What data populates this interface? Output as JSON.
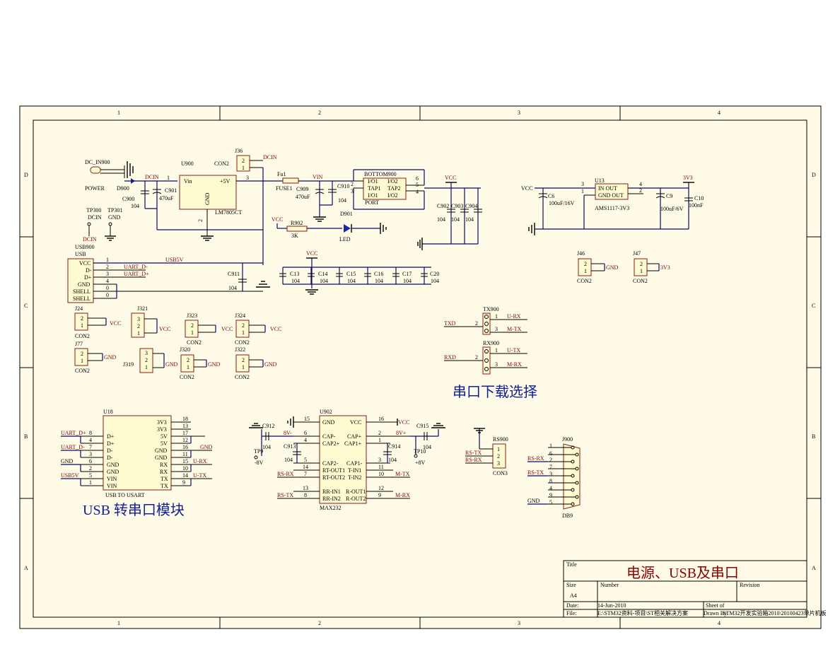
{
  "sheet": {
    "columns": [
      "1",
      "2",
      "3",
      "4"
    ],
    "rows": [
      "D",
      "C",
      "B",
      "A"
    ]
  },
  "power": {
    "dc_in_ref": "DC_IN900",
    "power_label": "POWER",
    "diode_ref": "D900",
    "dcin_net": "DCIN",
    "c900_ref": "C900",
    "c900_val": "104",
    "c901_ref": "C901",
    "c901_val": "470uF",
    "reg_ref": "U900",
    "reg_model": "LM7805CT",
    "reg_vin": "Vin",
    "reg_out": "+5V",
    "reg_gnd": "GND",
    "j36_ref": "J36",
    "con2": "CON2",
    "fuse_ref": "Fu1",
    "fuse_name": "FUSE1",
    "vin_net": "VIN",
    "c909_ref": "C909",
    "c909_val": "470uF",
    "c910_ref": "C910",
    "c910_val": "104",
    "tp300": "TP300",
    "tp301": "TP301",
    "tp300_net": "DCIN",
    "tp301_net": "GND",
    "dcin_red": "DCIN",
    "port_ref": "BOTTOM900",
    "port_name": "PORT",
    "port_pins": [
      "I/O1",
      "I/O2",
      "TAP1",
      "TAP2",
      "I/O1",
      "I/O2"
    ],
    "vcc": "VCC",
    "r902_ref": "R902",
    "r902_val": "3K",
    "d901_ref": "D901",
    "led": "LED",
    "caps_top": [
      "C902",
      "C903",
      "C904"
    ],
    "cap_val": "104",
    "caps_mid": [
      "C13",
      "C14",
      "C15",
      "C16",
      "C17",
      "C20"
    ]
  },
  "ldo": {
    "vcc": "VCC",
    "c6_ref": "C6",
    "c6_val": "100uF/16V",
    "ref": "U13",
    "in_out": "IN    OUT",
    "gnd_out": "GND OUT",
    "model": "AMS1117-3V3",
    "c9_ref": "C9",
    "c9_val": "100uF/6V",
    "c10_ref": "C10",
    "c10_val": "100nF",
    "net_3v3": "3V3"
  },
  "usb": {
    "ref": "USB900",
    "name": "USB",
    "pins": [
      "VCC",
      "D-",
      "D+",
      "GND",
      "SHELL",
      "SHELL"
    ],
    "net_usb5v": "USB5V",
    "net_dm": "UART_D-",
    "net_dp": "UART_D+",
    "c911_ref": "C911",
    "c911_val": "104"
  },
  "jumpers": {
    "j24": "J24",
    "j77": "J77",
    "j321": "J321",
    "j319": "J319",
    "j323": "J323",
    "j320": "J320",
    "j324": "J324",
    "j322": "J322",
    "j46": "J46",
    "j47": "J47",
    "con2": "CON2",
    "vcc": "VCC",
    "gnd": "GND",
    "v3": "3V3"
  },
  "serial_sel": {
    "tx_ref": "TX900",
    "rx_ref": "RX900",
    "txd": "TXD",
    "rxd": "RXD",
    "u_rx": "U-RX",
    "m_tx": "M-TX",
    "u_tx": "U-TX",
    "m_rx": "M-RX",
    "title": "串口下载选择"
  },
  "usart": {
    "ref": "U18",
    "name": "USB TO USART",
    "left_pins": [
      "D+",
      "D+",
      "D-",
      "D-",
      "GND",
      "GND",
      "VIN",
      "VIN"
    ],
    "left_nums": [
      "8",
      "4",
      "7",
      "3",
      "6",
      "2",
      "5",
      "1"
    ],
    "right_pins": [
      "3V3",
      "3V3",
      "5V",
      "5V",
      "GND",
      "GND",
      "RX",
      "RX",
      "TX",
      "TX"
    ],
    "right_nums": [
      "18",
      "13",
      "17",
      "12",
      "16",
      "11",
      "15",
      "10",
      "14",
      "9"
    ],
    "net_dp": "UART_D+",
    "net_dm": "UART_D-",
    "gnd": "GND",
    "usb5v": "USB5V",
    "u_rx": "U-RX",
    "u_tx": "U-TX",
    "title": "USB 转串口模块"
  },
  "max232": {
    "ref": "U902",
    "name": "MAX232",
    "c912_ref": "C912",
    "c912_val": "104",
    "c913_ref": "C913",
    "c913_val": "104",
    "c914_ref": "C914",
    "c914_val": "104",
    "c915_ref": "C915",
    "c915_val": "104",
    "tp9": "TP9",
    "tp9_net": "-8V",
    "tp10": "TP10",
    "tp10_net": "+8V",
    "v8m": "8V-",
    "v8p": "8V+",
    "vcc": "VCC",
    "left": [
      "GND",
      "CAP-",
      "CAP2+",
      "CAP2-",
      "RT-OUT1",
      "RT-OUT2",
      "RR-IN1",
      "RR-IN2"
    ],
    "right": [
      "VCC",
      "CAP+",
      "CAP1+",
      "CAP1-",
      "T-IN1",
      "T-IN2",
      "R-OUT1",
      "R-OUT2"
    ],
    "left_nums": [
      "15",
      "6",
      "4",
      "5",
      "14",
      "7",
      "13",
      "8"
    ],
    "right_nums": [
      "16",
      "2",
      "1",
      "3",
      "11",
      "10",
      "12",
      "9"
    ],
    "rs_rx": "RS-RX",
    "rs_tx": "RS-TX",
    "m_tx": "M-TX",
    "m_rx": "M-RX"
  },
  "rs900": {
    "ref": "RS900",
    "name": "CON3",
    "rs_tx": "RS-TX",
    "rs_rx": "RS-RX"
  },
  "db9": {
    "ref": "J900",
    "name": "DB9",
    "rs_rx": "RS-RX",
    "rs_tx": "RS-TX",
    "gnd": "GND",
    "pins": [
      "1",
      "6",
      "2",
      "7",
      "3",
      "8",
      "4",
      "9",
      "5"
    ]
  },
  "title_block": {
    "title_label": "Title",
    "title": "电源、USB及串口",
    "size_label": "Size",
    "size": "A4",
    "number_label": "Number",
    "revision_label": "Revision",
    "date_label": "Date:",
    "date": "14-Jun-2010",
    "file_label": "File:",
    "file": "E:\\STM32资料-项目\\ST相关解决方案",
    "sheet_label": "Sheet    of",
    "drawn_by": "Drawn By:",
    "path_tail": "STM32开发实验箱2010\\20100423单片机板"
  }
}
